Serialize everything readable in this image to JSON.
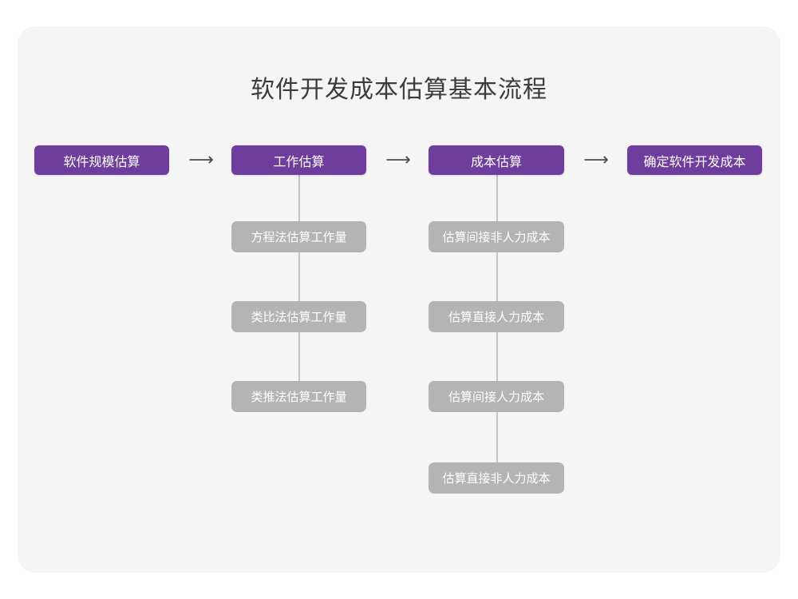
{
  "page": {
    "title": "软件开发成本估算基本流程",
    "background_color": "#ffffff",
    "card_color": "#f5f5f5",
    "primary_color": "#6f3d9e",
    "sub_color": "#b4b4b4",
    "title_color": "#3c3c3c",
    "connector_color": "#c4c4c4"
  },
  "chart_data": {
    "type": "diagram",
    "title": "软件开发成本估算基本流程",
    "orientation": "left-to-right with vertical sub-branches",
    "stages": [
      {
        "id": "stage-1",
        "label": "软件规模估算",
        "substeps": []
      },
      {
        "id": "stage-2",
        "label": "工作估算",
        "substeps": [
          "方程法估算工作量",
          "类比法估算工作量",
          "类推法估算工作量"
        ]
      },
      {
        "id": "stage-3",
        "label": "成本估算",
        "substeps": [
          "估算间接非人力成本",
          "估算直接人力成本",
          "估算间接人力成本",
          "估算直接非人力成本"
        ]
      },
      {
        "id": "stage-4",
        "label": "确定软件开发成本",
        "substeps": []
      }
    ],
    "arrows": [
      {
        "id": "arrow-1",
        "glyph": "⟶",
        "from": "stage-1",
        "to": "stage-2"
      },
      {
        "id": "arrow-2",
        "glyph": "⟶",
        "from": "stage-2",
        "to": "stage-3"
      },
      {
        "id": "arrow-3",
        "glyph": "⟶",
        "from": "stage-3",
        "to": "stage-4"
      }
    ]
  }
}
